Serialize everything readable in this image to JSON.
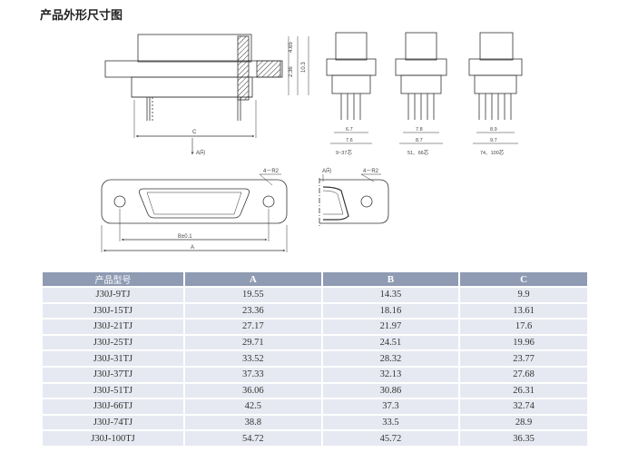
{
  "heading": "产品外形尺寸图",
  "drawing": {
    "labels": {
      "dim_465": "4.65",
      "dim_236": "2.36",
      "dim_103": "10.3",
      "c": "C",
      "a_view": "A向",
      "a_view_2": "A向",
      "r_note_1": "4－R2",
      "r_note_2": "4－R2",
      "b": "B±0.1",
      "a": "A"
    },
    "variants": [
      {
        "inner": "6.7",
        "outer": "7.6",
        "caption": "9~37芯"
      },
      {
        "inner": "7.8",
        "outer": "8.7",
        "caption": "51、66芯"
      },
      {
        "inner": "8.9",
        "outer": "9.7",
        "caption": "74、100芯"
      }
    ]
  },
  "table": {
    "headers": [
      "产品型号",
      "A",
      "B",
      "C"
    ],
    "rows": [
      [
        "J30J-9TJ",
        "19.55",
        "14.35",
        "9.9"
      ],
      [
        "J30J-15TJ",
        "23.36",
        "18.16",
        "13.61"
      ],
      [
        "J30J-21TJ",
        "27.17",
        "21.97",
        "17.6"
      ],
      [
        "J30J-25TJ",
        "29.71",
        "24.51",
        "19.96"
      ],
      [
        "J30J-31TJ",
        "33.52",
        "28.32",
        "23.77"
      ],
      [
        "J30J-37TJ",
        "37.33",
        "32.13",
        "27.68"
      ],
      [
        "J30J-51TJ",
        "36.06",
        "30.86",
        "26.31"
      ],
      [
        "J30J-66TJ",
        "42.5",
        "37.3",
        "32.74"
      ],
      [
        "J30J-74TJ",
        "38.8",
        "33.5",
        "28.9"
      ],
      [
        "J30J-100TJ",
        "54.72",
        "45.72",
        "36.35"
      ]
    ]
  }
}
